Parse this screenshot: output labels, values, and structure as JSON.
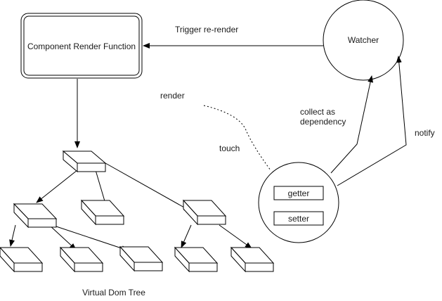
{
  "diagram": {
    "render_function_label": "Component Render Function",
    "watcher_label": "Watcher",
    "trigger_label": "Trigger re-render",
    "render_label": "render",
    "touch_label": "touch",
    "collect_label_line1": "collect as",
    "collect_label_line2": "dependency",
    "notify_label": "notify",
    "getter_label": "getter",
    "setter_label": "setter",
    "tree_label": "Virtual Dom Tree"
  }
}
